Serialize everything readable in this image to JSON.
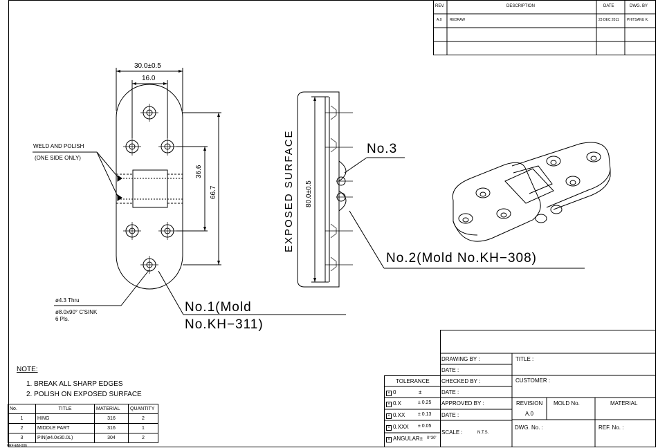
{
  "revision_block": {
    "headers": {
      "rev": "REV.",
      "description": "DESCRIPTION",
      "date": "DATE",
      "dwg_by": "DWG. BY"
    },
    "rows": [
      {
        "rev": "A.0",
        "description": "REDRAW",
        "date": "23 DEC 2011",
        "dwg_by": "PHITSANU K."
      }
    ]
  },
  "views": {
    "front": {
      "dim_width": "30.0±0.5",
      "dim_inner": "16.0",
      "dim_hole_span": "36.6",
      "dim_length": "66.7",
      "weld_note_1": "WELD AND POLISH",
      "weld_note_2": "(ONE SIDE ONLY)",
      "hole_note_1": "ø4.3 Thru",
      "hole_note_2": "ø8.0x90° C'SINK",
      "hole_note_3": "6 Pls.",
      "part1_label_1": "No.1(Mold",
      "part1_label_2": "No.KH−311)"
    },
    "side": {
      "exposed_label": "EXPOSED SURFACE",
      "dim_length": "80.0±0.5",
      "part3_label": "No.3",
      "part2_label": "No.2(Mold No.KH−308)"
    }
  },
  "notes": {
    "heading": "NOTE:",
    "items": [
      "1. BREAK ALL SHARP EDGES",
      "2. POLISH ON EXPOSED SURFACE"
    ]
  },
  "bom": {
    "headers": [
      "No.",
      "TITLE",
      "MATERIAL",
      "QUANTITY"
    ],
    "rows": [
      [
        "1",
        "HING",
        "316",
        "2"
      ],
      [
        "2",
        "MIDDLE PART",
        "316",
        "1"
      ],
      [
        "3",
        "PIN(ø4.0x30.0L)",
        "304",
        "2"
      ]
    ],
    "footer": "FRF-EM-006"
  },
  "tolerance": {
    "header": "TOLERANCE",
    "rows": [
      {
        "label": "0",
        "value": "±"
      },
      {
        "label": "0.X",
        "value": "± 0.25"
      },
      {
        "label": "0.XX",
        "value": "± 0.13"
      },
      {
        "label": "0.XXX",
        "value": "± 0.05"
      },
      {
        "label": "ANGULAR±",
        "value": "0°30'"
      }
    ]
  },
  "title_block": {
    "drawing_by": "DRAWING BY :",
    "date": "DATE :",
    "checked_by": "CHECKED BY :",
    "approved_by": "APPROVED BY :",
    "scale": "SCALE :",
    "scale_value": "N.T.S.",
    "title": "TITLE :",
    "customer": "CUSTOMER :",
    "revision": "REVISION",
    "revision_value": "A.0",
    "mold_no": "MOLD No.",
    "material": "MATERIAL",
    "dwg_no": "DWG. No. :",
    "ref_no": "REF. No. :"
  }
}
